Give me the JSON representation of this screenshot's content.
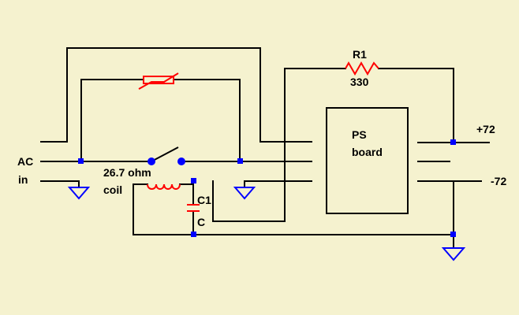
{
  "colors": {
    "background": "#f5f2cf",
    "wire": "#000000",
    "node": "#0000ff",
    "ground": "#0000ff",
    "component_red": "#ff0000",
    "inductor": "#ff0000"
  },
  "labels": {
    "r1_name": "R1",
    "r1_value": "330",
    "ps_board_line1": "PS",
    "ps_board_line2": "board",
    "plus72": "+72",
    "minus72": "-72",
    "ac": "AC",
    "in": "in",
    "coil_value": "26.7 ohm",
    "coil": "coil",
    "c1": "C1",
    "c": "C"
  },
  "icons": [
    "ground-icon",
    "resistor-icon",
    "thermistor-icon",
    "inductor-icon",
    "capacitor-icon",
    "switch-icon"
  ]
}
